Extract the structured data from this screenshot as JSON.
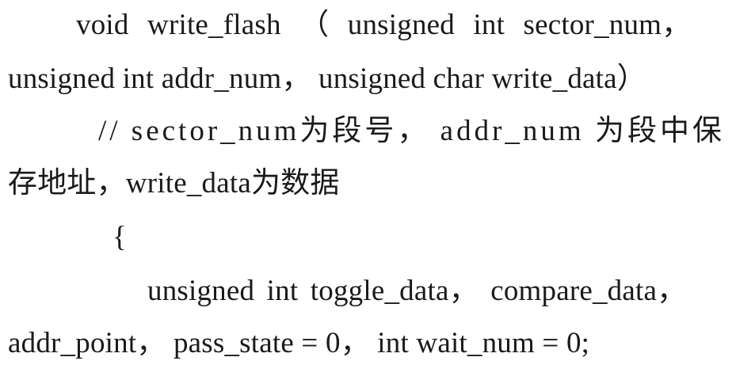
{
  "code_lines": [
    "void  write_flash  （ unsigned  int  sector_num，",
    "unsigned int addr_num， unsigned char write_data）",
    "// sector_num为段号， addr_num 为段中保",
    "存地址，write_data为数据",
    "{",
    "unsigned  int toggle_data， compare_data，",
    "addr_point， pass_state = 0， int wait_num = 0;"
  ]
}
